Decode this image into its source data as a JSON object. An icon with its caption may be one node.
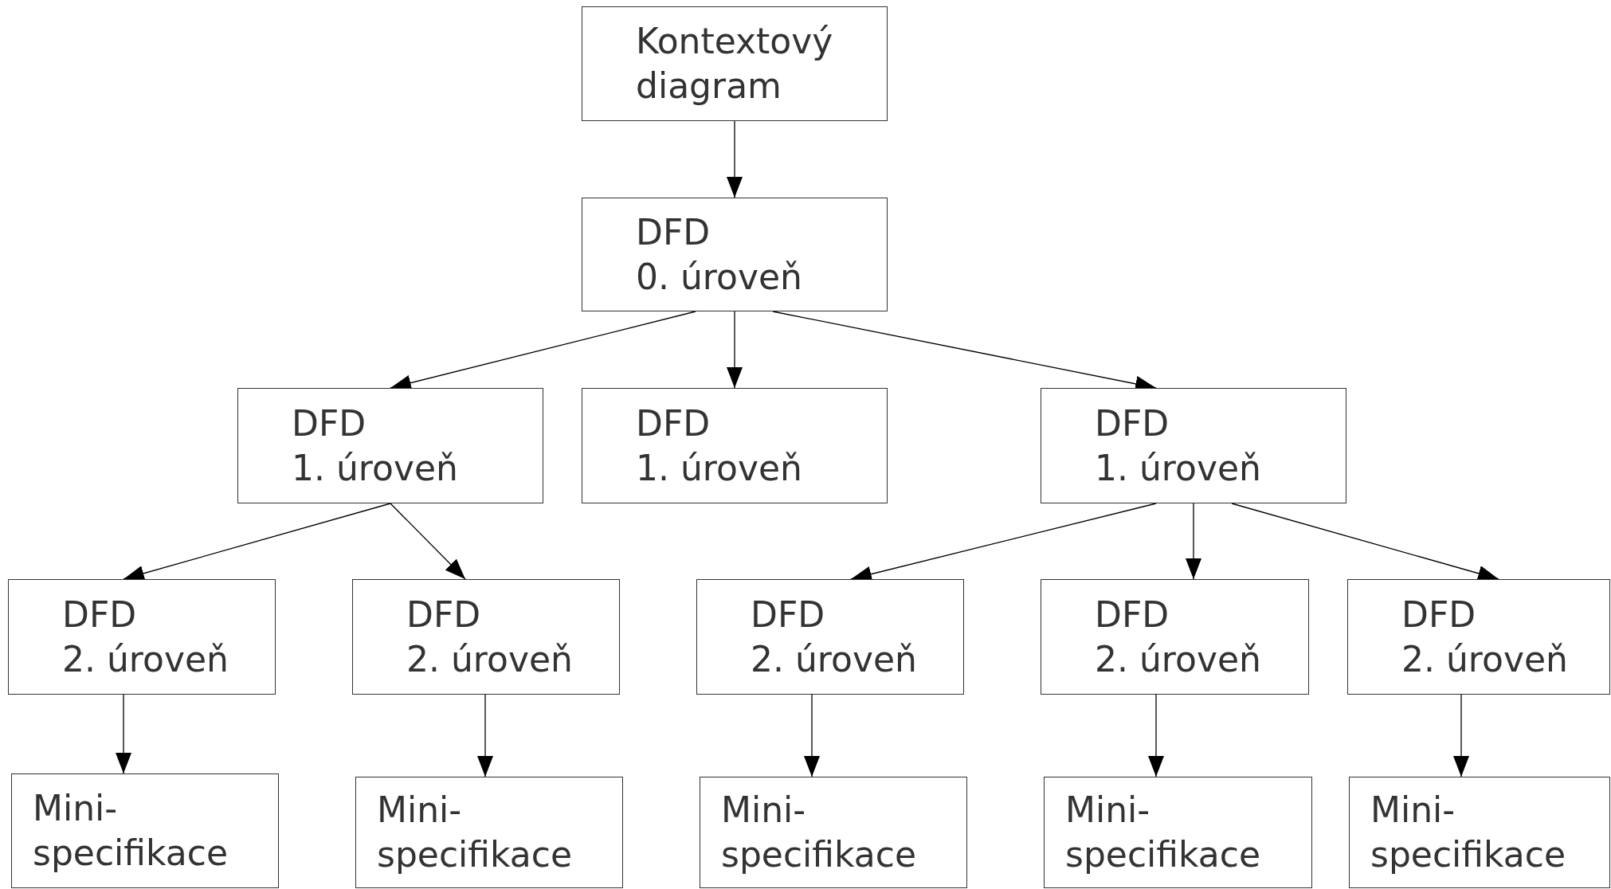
{
  "diagram": {
    "nodes": [
      {
        "text": [
          "Kontextový diagram"
        ]
      },
      {
        "text": [
          "DFD",
          "0. úroveň"
        ]
      },
      {
        "text": [
          "DFD",
          "1. úroveň"
        ]
      },
      {
        "text": [
          "DFD",
          "1. úroveň"
        ]
      },
      {
        "text": [
          "DFD",
          "1. úroveň"
        ]
      },
      {
        "text": [
          "DFD",
          "2. úroveň"
        ]
      },
      {
        "text": [
          "DFD",
          "2. úroveň"
        ]
      },
      {
        "text": [
          "DFD",
          "2. úroveň"
        ]
      },
      {
        "text": [
          "DFD",
          "2. úroveň"
        ]
      },
      {
        "text": [
          "DFD",
          "2. úroveň"
        ]
      },
      {
        "text": [
          "Mini-specifikace"
        ]
      },
      {
        "text": [
          "Mini-specifikace"
        ]
      },
      {
        "text": [
          "Mini-specifikace"
        ]
      },
      {
        "text": [
          "Mini-specifikace"
        ]
      },
      {
        "text": [
          "Mini-specifikace"
        ]
      }
    ],
    "edges": [
      {
        "from": 0,
        "to": 1,
        "arrow": "to"
      },
      {
        "from": 1,
        "to": 2,
        "arrow": "to"
      },
      {
        "from": 1,
        "to": 3,
        "arrow": "to"
      },
      {
        "from": 1,
        "to": 4,
        "arrow": "to"
      },
      {
        "from": 2,
        "to": 5,
        "arrow": "to"
      },
      {
        "from": 2,
        "to": 6,
        "arrow": "to"
      },
      {
        "from": 4,
        "to": 7,
        "arrow": "to"
      },
      {
        "from": 4,
        "to": 8,
        "arrow": "to"
      },
      {
        "from": 4,
        "to": 9,
        "arrow": "to"
      },
      {
        "from": 5,
        "to": 10,
        "arrow": "to"
      },
      {
        "from": 6,
        "to": 11,
        "arrow": "to"
      },
      {
        "from": 7,
        "to": 12,
        "arrow": "to"
      },
      {
        "from": 8,
        "to": 13,
        "arrow": "to"
      },
      {
        "from": 9,
        "to": 14,
        "arrow": "to"
      }
    ]
  }
}
